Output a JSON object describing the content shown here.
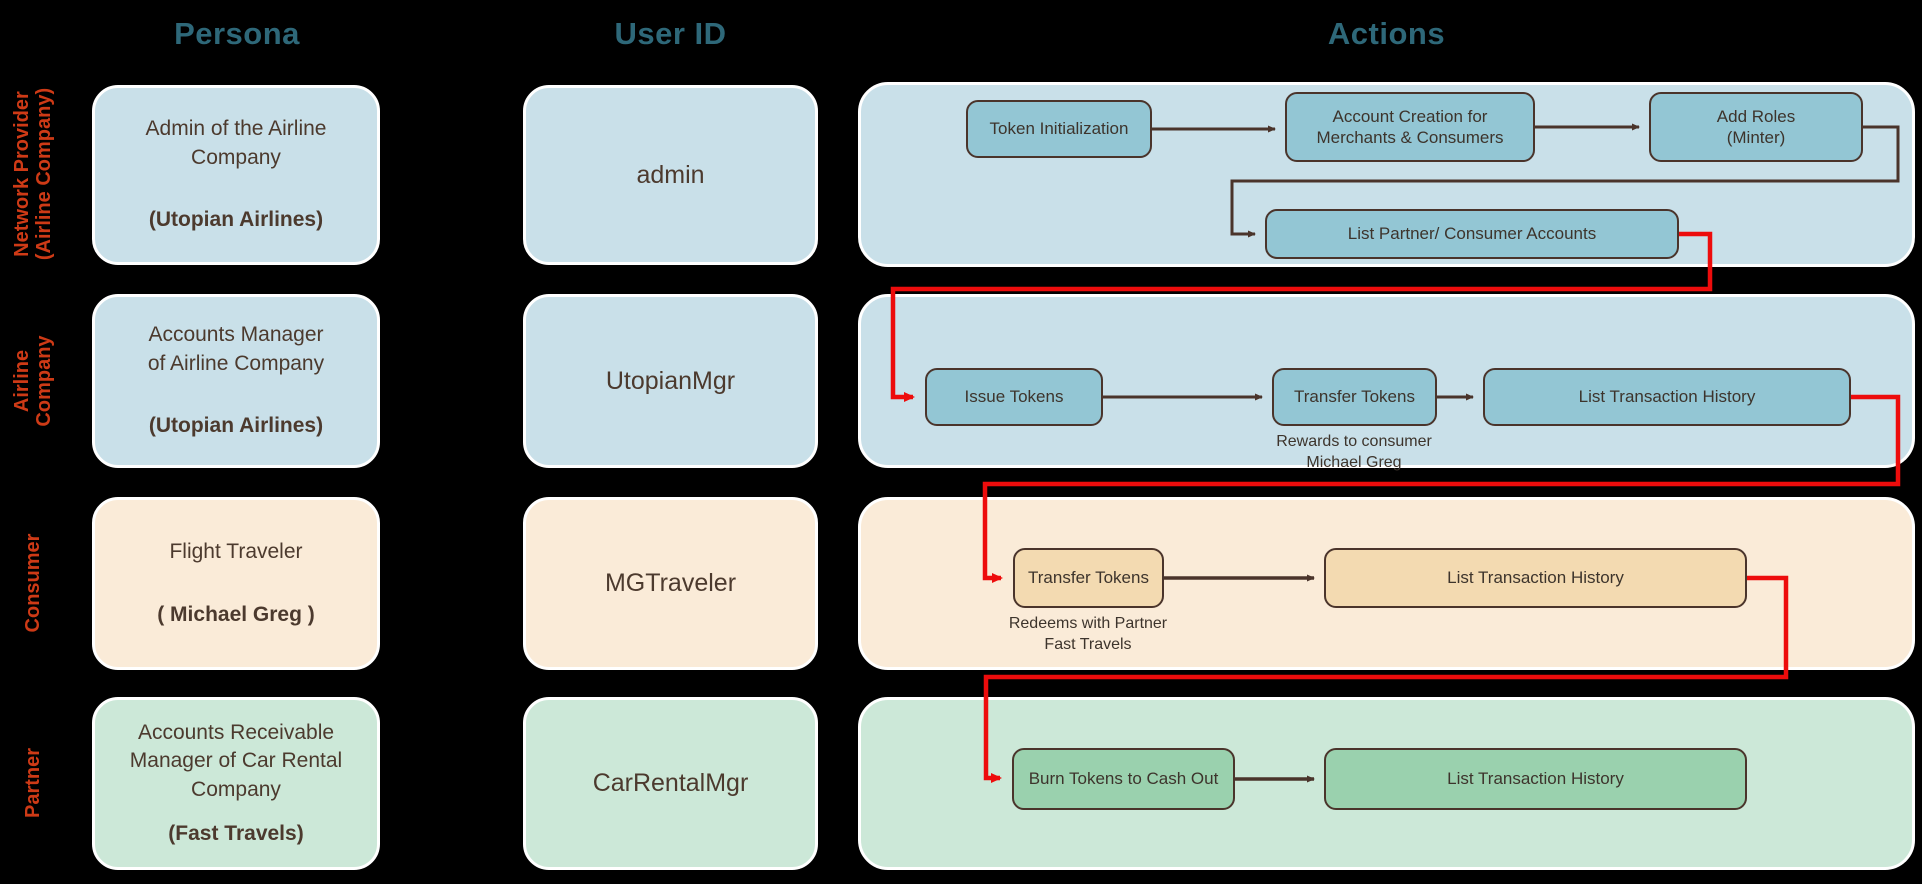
{
  "headers": {
    "persona": "Persona",
    "user_id": "User ID",
    "actions": "Actions"
  },
  "colors": {
    "background": "#000000",
    "header_teal": "#2E6879",
    "group_label_red": "#CE3A16",
    "connector_red": "#ED0C0C",
    "arrow_brown": "#4A342B",
    "row_blue": "#C9E0E9",
    "action_box_blue": "#93C6D4",
    "row_tan": "#FAEBD8",
    "action_box_tan": "#F3DAB1",
    "row_green": "#CCE8D8",
    "action_box_green": "#9AD1AE"
  },
  "rows": [
    {
      "group": "Network Provider\n(Airline Company)",
      "persona": {
        "title": "Admin of the Airline\nCompany",
        "subtitle": "(Utopian Airlines)"
      },
      "user_id": "admin",
      "actions": [
        {
          "label": "Token Initialization"
        },
        {
          "label": "Account Creation for\nMerchants & Consumers"
        },
        {
          "label": "Add Roles\n(Minter)"
        },
        {
          "label": "List Partner/ Consumer Accounts"
        }
      ]
    },
    {
      "group": "Airline\nCompany",
      "persona": {
        "title": "Accounts Manager\nof Airline Company",
        "subtitle": "(Utopian Airlines)"
      },
      "user_id": "UtopianMgr",
      "actions": [
        {
          "label": "Issue Tokens"
        },
        {
          "label": "Transfer Tokens",
          "note": "Rewards to consumer\nMichael Greg"
        },
        {
          "label": "List Transaction History"
        }
      ]
    },
    {
      "group": "Consumer",
      "persona": {
        "title": "Flight Traveler",
        "subtitle": "( Michael Greg )"
      },
      "user_id": "MGTraveler",
      "actions": [
        {
          "label": "Transfer Tokens",
          "note": "Redeems with Partner\nFast Travels"
        },
        {
          "label": "List Transaction History"
        }
      ]
    },
    {
      "group": "Partner",
      "persona": {
        "title": "Accounts Receivable\nManager of Car Rental\nCompany",
        "subtitle": "(Fast Travels)"
      },
      "user_id": "CarRentalMgr",
      "actions": [
        {
          "label": "Burn Tokens to Cash Out"
        },
        {
          "label": "List Transaction History"
        }
      ]
    }
  ]
}
